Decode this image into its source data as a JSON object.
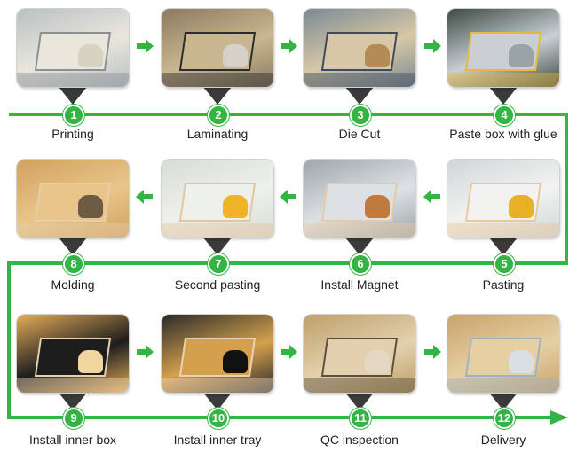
{
  "colors": {
    "accent": "#33b443",
    "pointer": "#3a3a3a",
    "text": "#222222"
  },
  "steps": [
    {
      "number": "1",
      "label": "Printing"
    },
    {
      "number": "2",
      "label": "Laminating"
    },
    {
      "number": "3",
      "label": "Die Cut"
    },
    {
      "number": "4",
      "label": "Paste box with glue"
    },
    {
      "number": "5",
      "label": "Pasting"
    },
    {
      "number": "6",
      "label": "Install Magnet"
    },
    {
      "number": "7",
      "label": "Second pasting"
    },
    {
      "number": "8",
      "label": "Molding"
    },
    {
      "number": "9",
      "label": "Install inner box"
    },
    {
      "number": "10",
      "label": "Install inner tray"
    },
    {
      "number": "11",
      "label": "QC inspection"
    },
    {
      "number": "12",
      "label": "Delivery"
    }
  ]
}
